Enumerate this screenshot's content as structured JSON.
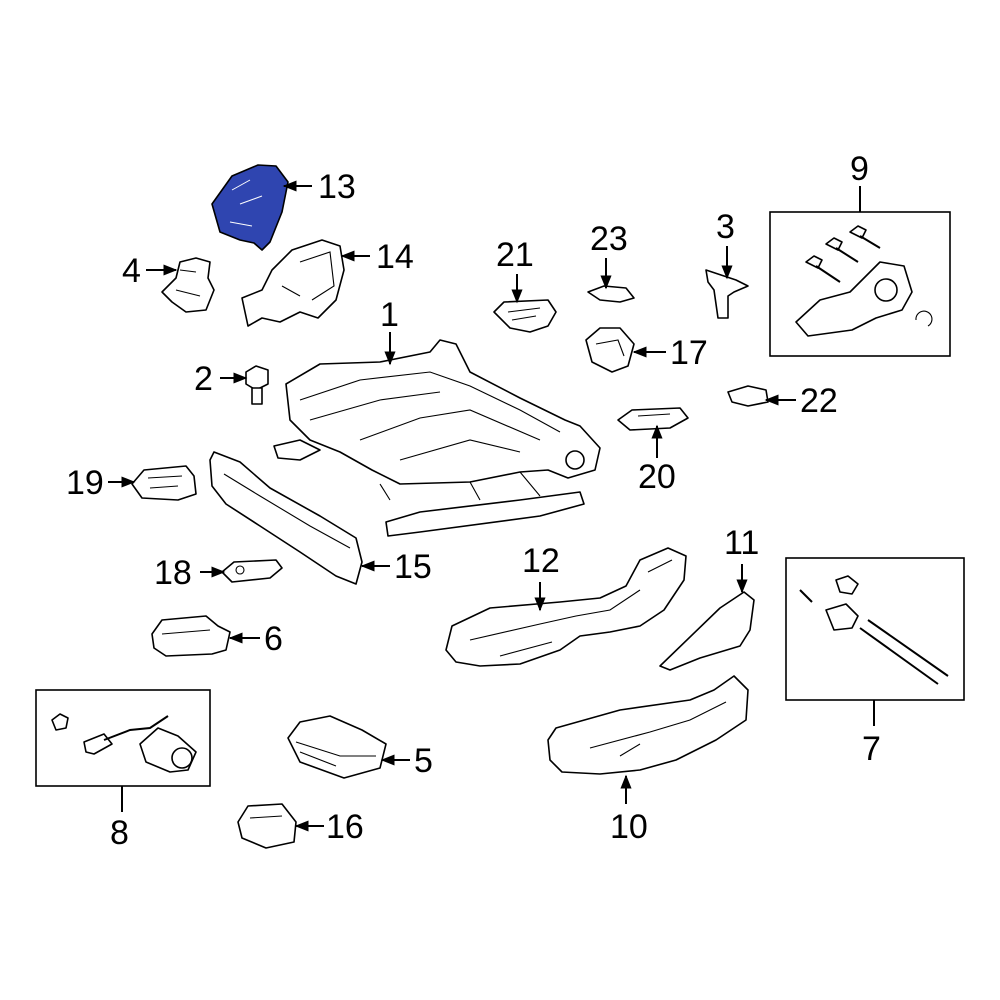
{
  "callouts": {
    "c1": "1",
    "c2": "2",
    "c3": "3",
    "c4": "4",
    "c5": "5",
    "c6": "6",
    "c7": "7",
    "c8": "8",
    "c9": "9",
    "c10": "10",
    "c11": "11",
    "c12": "12",
    "c13": "13",
    "c14": "14",
    "c15": "15",
    "c16": "16",
    "c17": "17",
    "c18": "18",
    "c19": "19",
    "c20": "20",
    "c21": "21",
    "c22": "22",
    "c23": "23"
  },
  "colors": {
    "highlight": "#2f45b0",
    "line": "#000000",
    "background": "#ffffff"
  }
}
